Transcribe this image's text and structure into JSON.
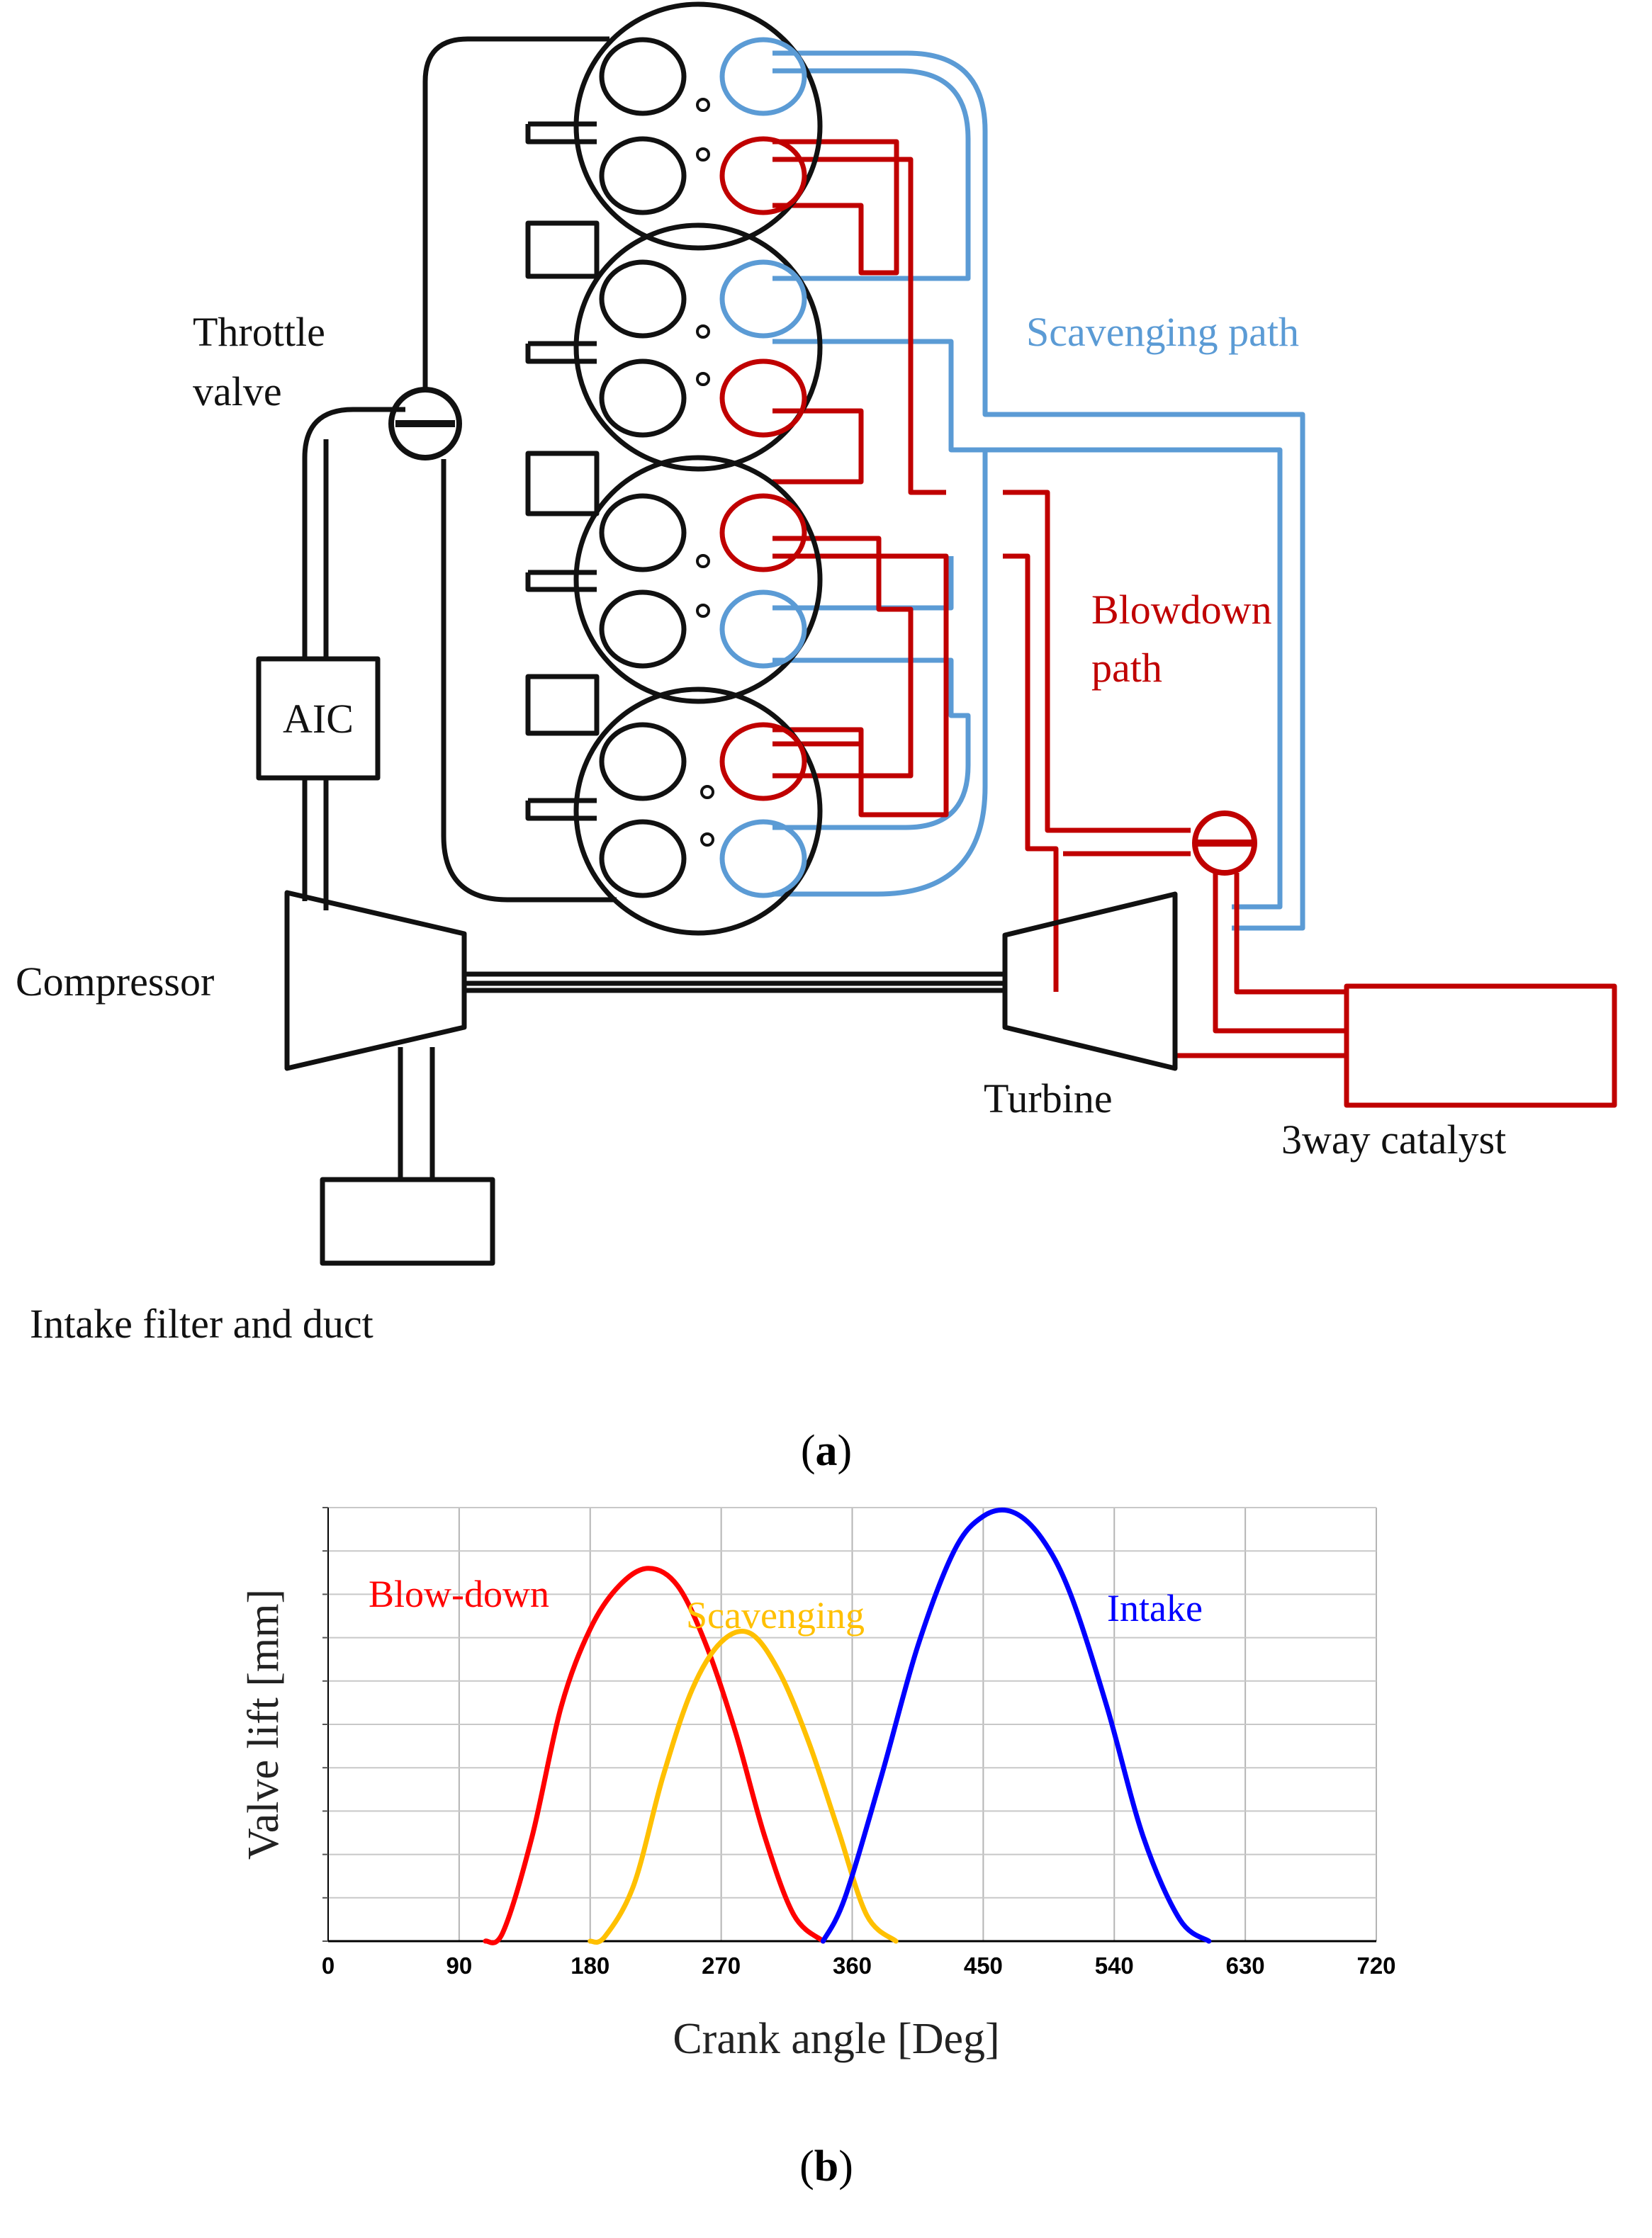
{
  "diagram": {
    "labels": {
      "throttle_line1": "Throttle",
      "throttle_line2": "valve",
      "aic": "AIC",
      "compressor": "Compressor",
      "intake_filter": "Intake filter and duct",
      "scavenging_path": "Scavenging path",
      "blowdown_line1": "Blowdown",
      "blowdown_line2": "path",
      "turbine": "Turbine",
      "catalyst": "3way catalyst"
    },
    "colors": {
      "intake": "#000000",
      "scavenging": "#5B9BD5",
      "blowdown": "#C00000"
    },
    "caption": {
      "open": "(",
      "letter": "a",
      "close": ")"
    }
  },
  "chart_data": {
    "type": "line",
    "xlabel": "Crank angle [Deg]",
    "ylabel": "Valve lift [mm]",
    "xlim": [
      0,
      720
    ],
    "ylim": [
      0,
      10
    ],
    "x_ticks": [
      "0",
      "90",
      "180",
      "270",
      "360",
      "450",
      "540",
      "630",
      "720"
    ],
    "grid": true,
    "series": [
      {
        "name": "Blow-down",
        "color": "#FF0000",
        "x": [
          108,
          120,
          140,
          160,
          180,
          200,
          220,
          240,
          260,
          280,
          300,
          320,
          340
        ],
        "y": [
          0,
          0.2,
          2.4,
          5.4,
          7.2,
          8.2,
          8.6,
          8.2,
          6.8,
          4.8,
          2.4,
          0.6,
          0
        ]
      },
      {
        "name": "Scavenging",
        "color": "#FFC000",
        "x": [
          180,
          190,
          210,
          230,
          250,
          270,
          290,
          310,
          330,
          350,
          370,
          390
        ],
        "y": [
          0,
          0.1,
          1.3,
          3.8,
          5.8,
          6.9,
          7.1,
          6.2,
          4.6,
          2.6,
          0.6,
          0
        ]
      },
      {
        "name": "Intake",
        "color": "#0000FF",
        "x": [
          340,
          355,
          380,
          405,
          430,
          450,
          470,
          490,
          510,
          535,
          560,
          585,
          605
        ],
        "y": [
          0,
          1.0,
          3.8,
          6.8,
          9.0,
          9.8,
          9.9,
          9.3,
          8.0,
          5.4,
          2.4,
          0.5,
          0
        ]
      }
    ],
    "caption": {
      "open": "(",
      "letter": "b",
      "close": ")"
    }
  }
}
